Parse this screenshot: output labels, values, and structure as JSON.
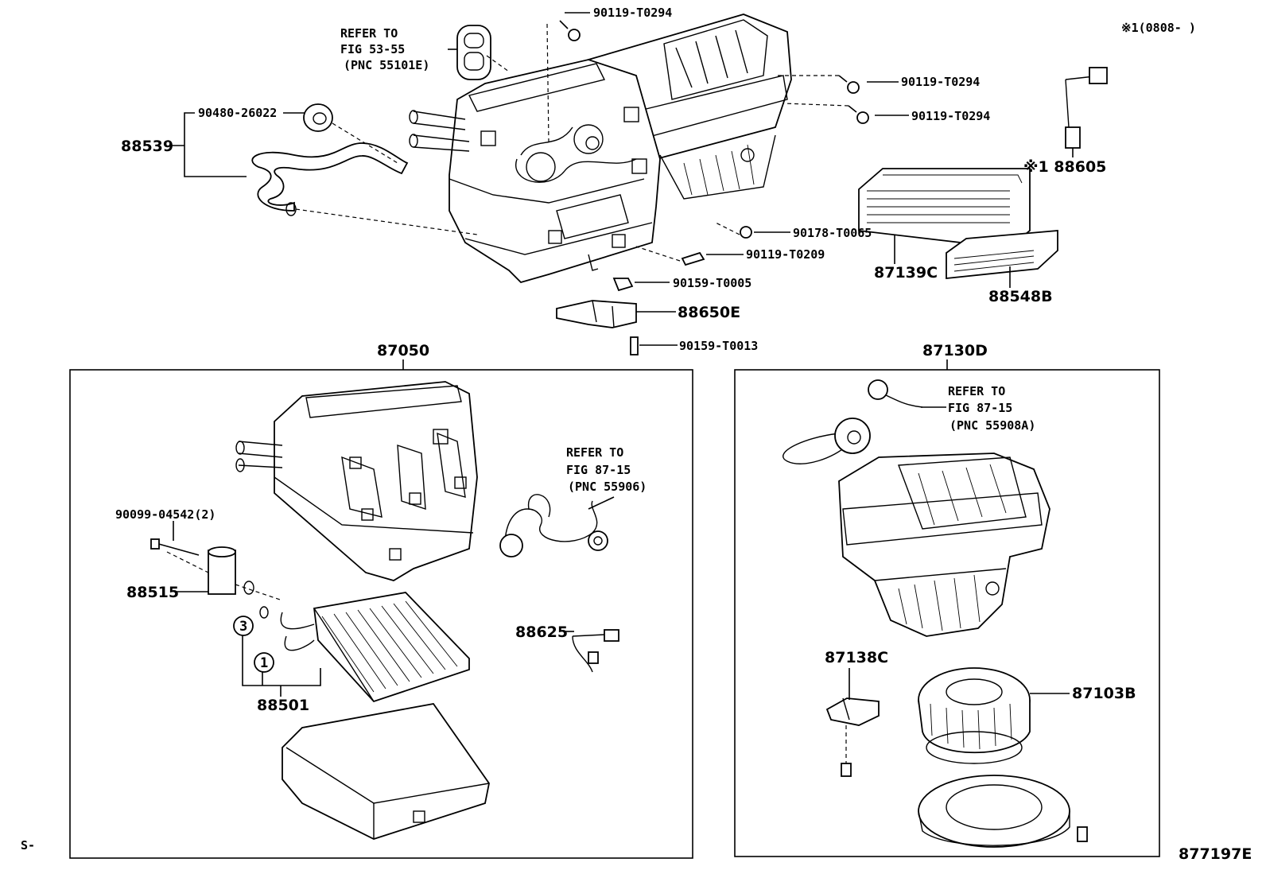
{
  "header": {
    "note": "※1(0808-   )"
  },
  "footer": {
    "left_mark": "S-",
    "figure_id": "877197E"
  },
  "parts": {
    "p90119_a": "90119-T0294",
    "p90119_b": "90119-T0294",
    "p90119_c": "90119-T0294",
    "p90480": "90480-26022",
    "p88539": "88539",
    "p88605": "※1 88605",
    "p90178": "90178-T0065",
    "p90119_t0209": "90119-T0209",
    "p90159_t0005": "90159-T0005",
    "p88650e": "88650E",
    "p90159_t0013": "90159-T0013",
    "p87139c": "87139C",
    "p88548b": "88548B",
    "p87050": "87050",
    "p87130d": "87130D",
    "p90099": "90099-04542(2)",
    "p88515": "88515",
    "p88501": "88501",
    "p88625": "88625",
    "p87138c": "87138C",
    "p87103b": "87103B",
    "circle1": "1",
    "circle3": "3"
  },
  "refs": {
    "ref_top": [
      "REFER TO",
      "FIG 53-55",
      "(PNC 55101E)"
    ],
    "ref_left": [
      "REFER TO",
      "FIG 87-15",
      "(PNC 55906)"
    ],
    "ref_right": [
      "REFER TO",
      "FIG 87-15",
      "(PNC 55908A)"
    ]
  }
}
